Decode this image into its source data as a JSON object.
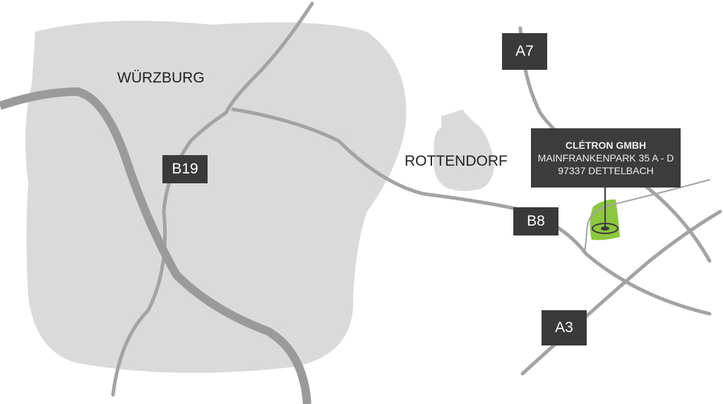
{
  "places": {
    "wuerzburg": "WÜRZBURG",
    "rottendorf": "ROTTENDORF"
  },
  "roads": {
    "b19": "B19",
    "b8": "B8",
    "a7": "A7",
    "a3": "A3"
  },
  "company": {
    "name": "CLÉTRON GMBH",
    "street": "MAINFRANKENPARK 35 A - D",
    "city": "97337 DETTELBACH"
  },
  "colors": {
    "area": "#dadada",
    "road": "#a3a3a3",
    "river": "#9a9a9a",
    "site": "#8dc63f",
    "label_bg": "#3c3c3c"
  }
}
